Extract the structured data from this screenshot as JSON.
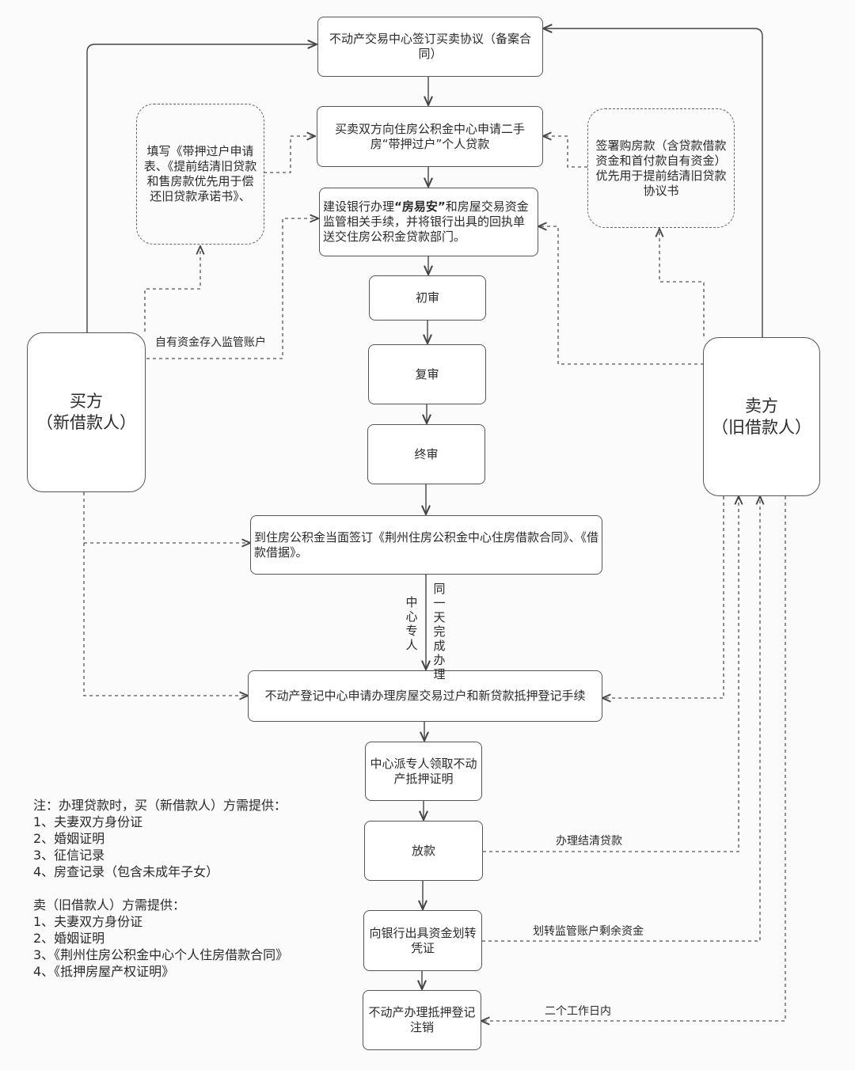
{
  "steps": {
    "s1": "不动产交易中心签订买卖协议（备案合同）",
    "s2": "买卖双方向住房公积金中心申请二手房“带押过户”个人贷款",
    "s3_pre": "建设银行办理",
    "s3_bold": "“房易安”",
    "s3_post": "和房屋交易资金监管相关手续，并将银行出具的回执单送交住房公积金贷款部门。",
    "s4": "初审",
    "s5": "复审",
    "s6": "终审",
    "s7": "到住房公积金当面签订《荆州住房公积金中心住房借款合同》、《借款借据》。",
    "s8": "不动产登记中心申请办理房屋交易过户和新贷款抵押登记手续",
    "s9": "中心派专人领取不动产抵押证明",
    "s10": "放款",
    "s11": "向银行出具资金划转凭证",
    "s12": "不动产办理抵押登记注销"
  },
  "side_docs": {
    "buyer_doc": "填写《带押过户申请表、《提前结清旧贷款和售房款优先用于偿还旧贷款承诺书》、",
    "seller_doc": "签署购房款（含贷款借款资金和首付款自有资金）优先用于提前结清旧贷款协议书"
  },
  "parties": {
    "buyer": "买方\n（新借款人）",
    "seller": "卖方\n（旧借款人）"
  },
  "labels": {
    "own_funds": "自有资金存入监管账户",
    "center_staff": "中心专人",
    "same_day": "同一天完成办理",
    "settle_loan": "办理结清贷款",
    "transfer_funds": "划转监管账户剩余资金",
    "two_days": "二个工作日内"
  },
  "notes": {
    "buyer_title": "注：办理贷款时，买（新借款人）方需提供：",
    "buyer_items": [
      "1、夫妻双方身份证",
      "2、婚姻证明",
      "3、征信记录",
      "4、房查记录（包含未成年子女）"
    ],
    "seller_title": "卖（旧借款人）方需提供：",
    "seller_items": [
      "1、夫妻双方身份证",
      "2、婚姻证明",
      "3、《荆州住房公积金中心个人住房借款合同》",
      "4、《抵押房屋产权证明》"
    ]
  }
}
